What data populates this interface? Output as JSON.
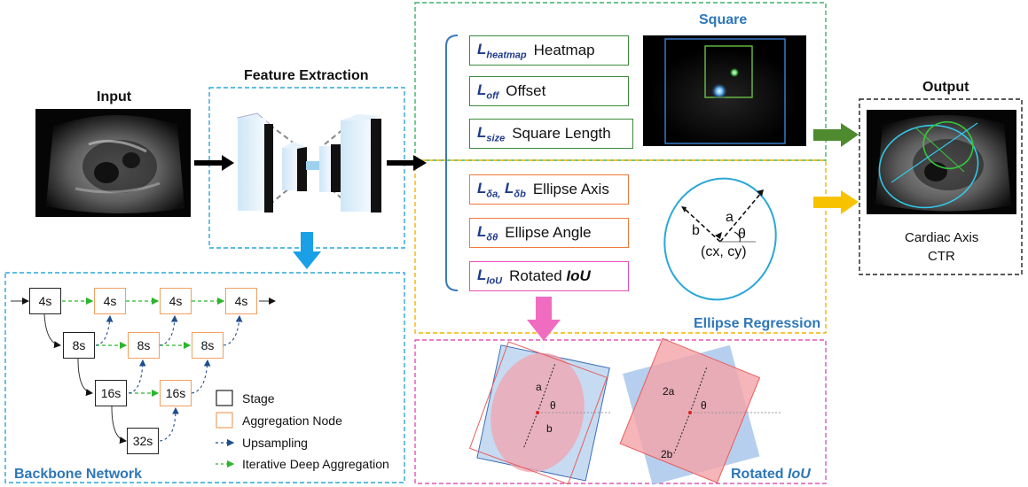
{
  "input": {
    "title": "Input"
  },
  "feature_extraction": {
    "title": "Feature Extraction"
  },
  "backbone": {
    "title": "Backbone Network",
    "nodes": {
      "s4a": "4s",
      "s4b": "4s",
      "s4c": "4s",
      "s4d": "4s",
      "s8a": "8s",
      "s8b": "8s",
      "s8c": "8s",
      "s16a": "16s",
      "s16b": "16s",
      "s32": "32s"
    },
    "legend": {
      "stage": "Stage",
      "aggregation": "Aggregation Node",
      "upsampling": "Upsampling",
      "ida": "Iterative Deep Aggregation"
    }
  },
  "square": {
    "title": "Square",
    "losses": [
      {
        "sym": "L",
        "sub": "heatmap",
        "name": "Heatmap"
      },
      {
        "sym": "L",
        "sub": "off",
        "name": "Offset"
      },
      {
        "sym": "L",
        "sub": "size",
        "name": "Square Length"
      }
    ]
  },
  "ellipse": {
    "title": "Ellipse Regression",
    "losses": [
      {
        "sym": "L",
        "sub": "δa,",
        "sym2": "L",
        "sub2": "δb",
        "name": "Ellipse Axis"
      },
      {
        "sym": "L",
        "sub": "δθ",
        "name": "Ellipse Angle"
      },
      {
        "sym": "L",
        "sub": "IoU",
        "name": "Rotated",
        "name_italic": "IoU"
      }
    ],
    "diagram": {
      "a": "a",
      "b": "b",
      "theta": "θ",
      "center": "(cx, cy)"
    }
  },
  "rotated_iou": {
    "title_prefix": "Rotated ",
    "title_italic": "IoU",
    "left": {
      "a": "a",
      "b": "b",
      "theta": "θ"
    },
    "right": {
      "a": "2a",
      "b": "2b",
      "theta": "θ"
    }
  },
  "output": {
    "title": "Output",
    "line1": "Cardiac Axis",
    "line2": "CTR"
  },
  "colors": {
    "blue_dash": "#2aa7d8",
    "green_dash": "#3fb16b",
    "yellow_dash": "#f2b400",
    "pink_dash": "#e256b5",
    "square_box": "#3a8a3a",
    "ellipse_box": "#f07a3c",
    "iou_box": "#e64fb7",
    "stage_border": "#222222",
    "agg_border": "#f0a060",
    "upsample": "#1f4e8c",
    "ida": "#2db52d",
    "big_arrow_blue": "#1aa0e6",
    "arrow_green": "#4e8a2e",
    "arrow_yellow": "#f7c300",
    "arrow_pink": "#f06cc0",
    "bracket": "#3d7ab8"
  }
}
